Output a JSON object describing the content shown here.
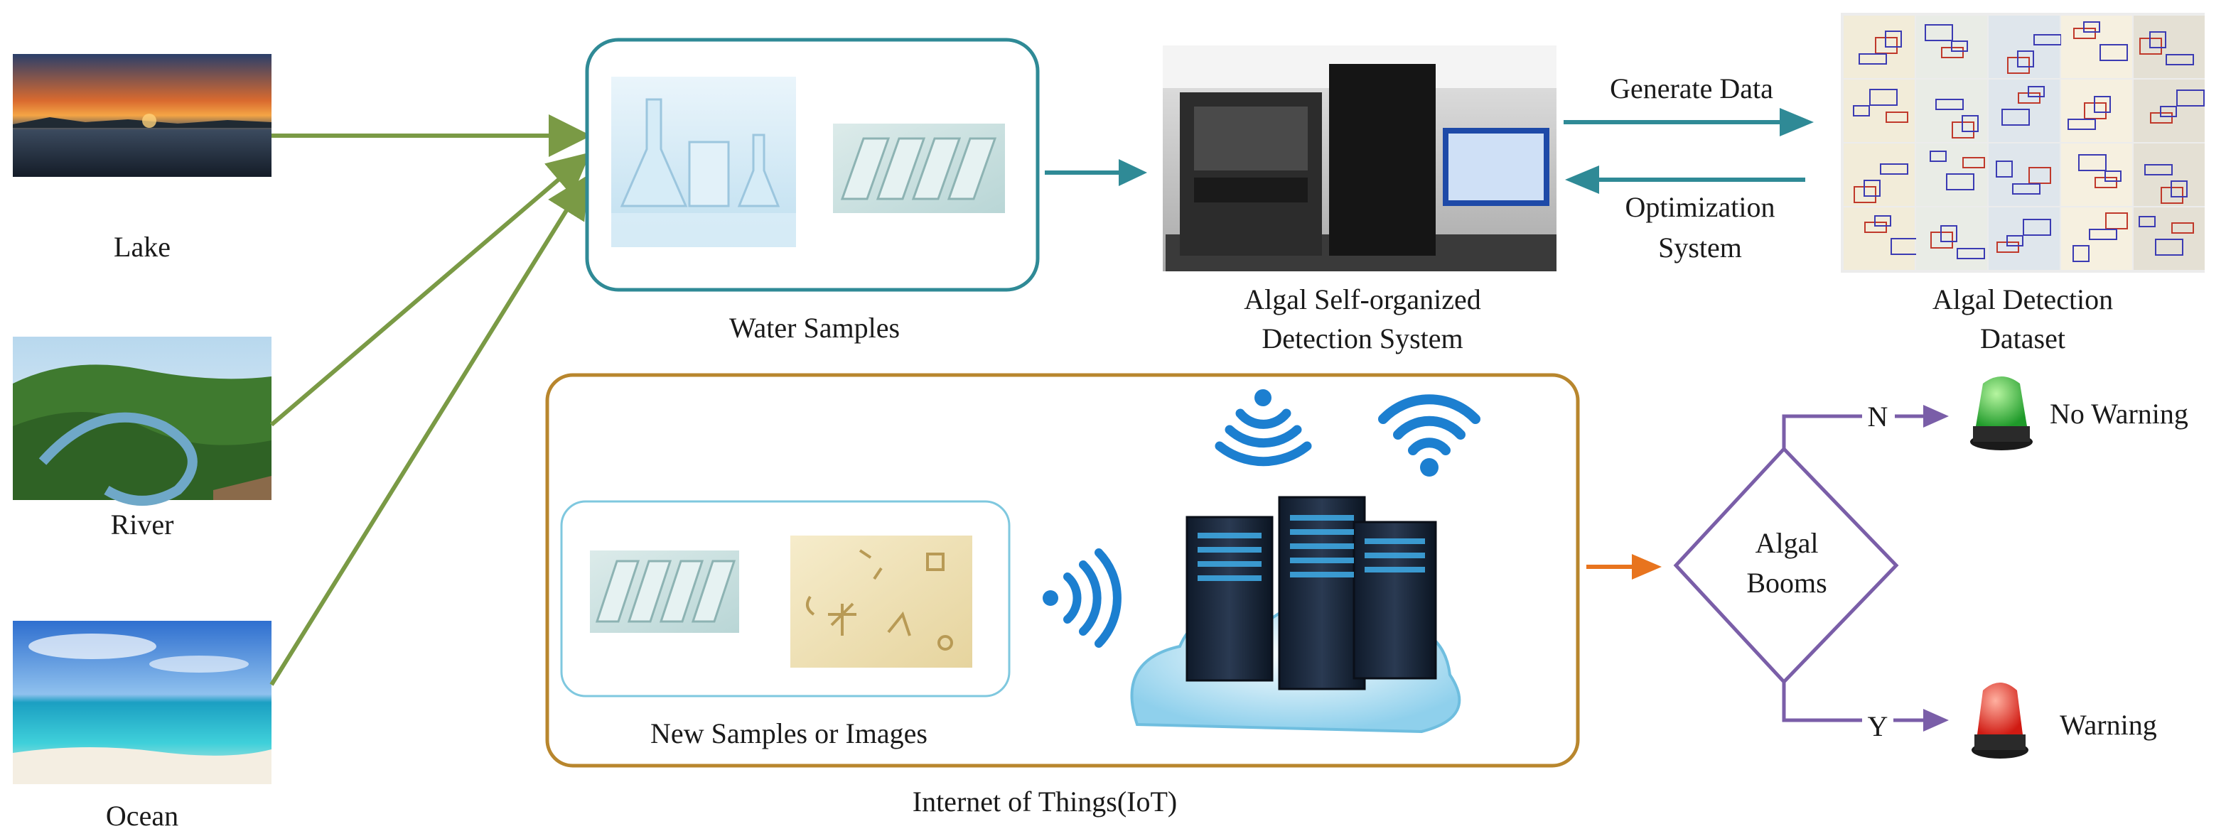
{
  "sources": {
    "lake": "Lake",
    "river": "River",
    "ocean": "Ocean"
  },
  "water_samples": {
    "label": "Water Samples"
  },
  "detection_system": {
    "line1": "Algal Self-organized",
    "line2": "Detection System"
  },
  "flows": {
    "generate": "Generate Data",
    "optimization_line1": "Optimization",
    "optimization_line2": "System"
  },
  "dataset": {
    "line1": "Algal Detection",
    "line2": "Dataset"
  },
  "iot": {
    "label": "Internet of Things(IoT)",
    "new_samples": "New Samples or Images"
  },
  "decision": {
    "line1": "Algal",
    "line2": "Booms",
    "no": "N",
    "yes": "Y",
    "no_warning": "No Warning",
    "warning": "Warning"
  },
  "colors": {
    "green_arrow": "#7a9a45",
    "teal": "#2f8a96",
    "gold": "#b8862d",
    "orange": "#e8741e",
    "purple": "#7a5ea8",
    "light_blue": "#7fc8df"
  }
}
